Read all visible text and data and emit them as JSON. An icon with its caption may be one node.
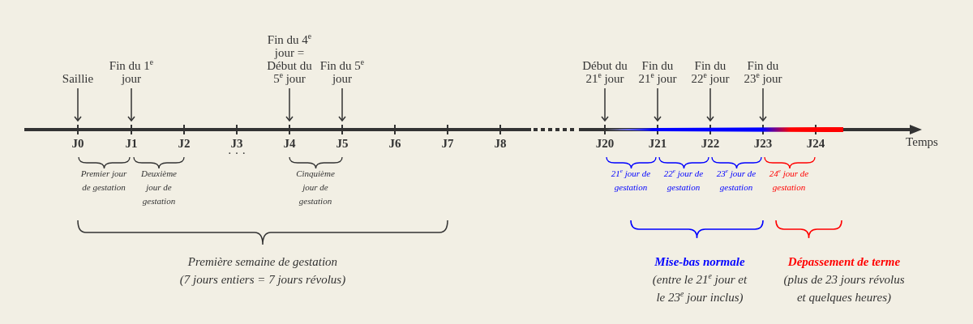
{
  "diagram": {
    "nodes": [
      {
        "text": [
          "Saillie"
        ]
      },
      {
        "text": [
          "Fin du 1$^{e}$ jour"
        ]
      },
      {
        "text": [
          "Fin du 4$^{e}$ jour = Début du 5$^{e}$ jour"
        ]
      },
      {
        "text": [
          "Fin du 5$^{e}$ jour"
        ]
      },
      {
        "text": [
          "Début du 21$^{e}$ jour"
        ]
      },
      {
        "text": [
          "Fin du 21$^{e}$ jour"
        ]
      },
      {
        "text": [
          "Fin du 22$^{e}$ jour"
        ]
      },
      {
        "text": [
          "Fin du 23$^{e}$ jour"
        ]
      }
    ],
    "edges": [
      {
        "from": 0,
        "to": null,
        "arrow": "to"
      },
      {
        "from": 1,
        "to": null,
        "arrow": "to"
      },
      {
        "from": 2,
        "to": null,
        "arrow": "to"
      },
      {
        "from": 3,
        "to": null,
        "arrow": "to"
      },
      {
        "from": 4,
        "to": null,
        "arrow": "to"
      },
      {
        "from": 5,
        "to": null,
        "arrow": "to"
      },
      {
        "from": 6,
        "to": null,
        "arrow": "to"
      },
      {
        "from": 7,
        "to": null,
        "arrow": "to"
      }
    ],
    "labels": [
      "J0",
      "J1",
      "J2",
      "J3",
      "J4",
      "J5",
      "J6",
      "J7",
      "J8",
      "J20",
      "J21",
      "J22",
      "J23",
      "J24",
      "Temps",
      "· · ·",
      "Premier jour de gestation",
      "Deuxième jour de gestation",
      "Cinquième jour de gestation",
      "21$^{e}$ jour de gestation",
      "22$^{e}$ jour de gestation",
      "23$^{e}$ jour de gestation",
      "24$^{e}$ jour de gestation",
      "Première semaine de gestation",
      "(7 jours entiers = 7 jours révolus)",
      "Mise-bas normale",
      "(entre le 21$^{e}$ jour et le 23$^{e}$ jour inclus)",
      "Dépassement de terme",
      "(plus de 23 jours révolus et quelques heures)"
    ]
  }
}
